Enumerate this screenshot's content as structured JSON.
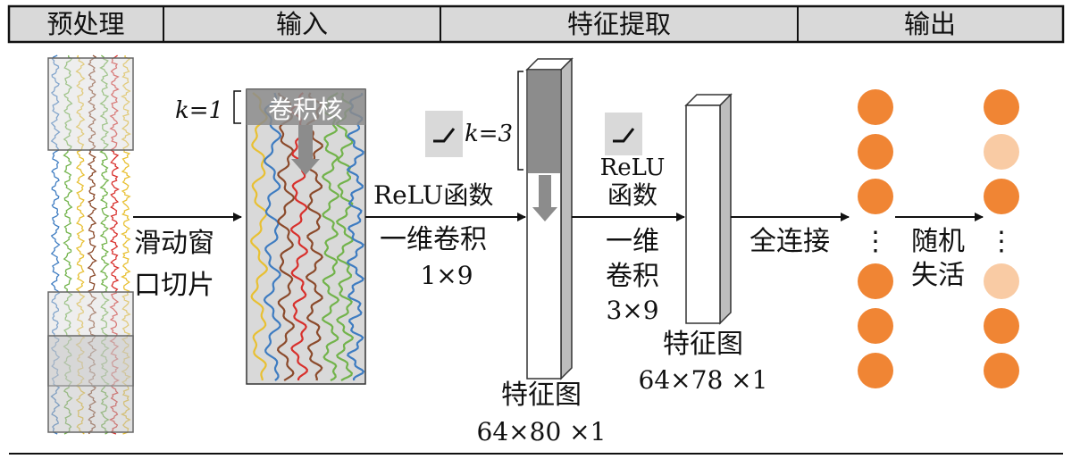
{
  "header": {
    "sections": [
      "预处理",
      "输入",
      "特征提取",
      "输出"
    ]
  },
  "labels": {
    "k1": "k=1",
    "kernel": "卷积核",
    "k3": "k=3",
    "sliding_line1": "滑动窗",
    "sliding_line2": "口切片",
    "relu1": "ReLU函数",
    "conv1": "一维卷积",
    "conv1_size": "1×9",
    "relu2_line1": "ReLU",
    "relu2_line2": "函数",
    "conv2_line1": "一维",
    "conv2_line2": "卷积",
    "conv2_size": "3×9",
    "fmap1_title": "特征图",
    "fmap1_size": "64×80 ×1",
    "fmap2_title": "特征图",
    "fmap2_size": "64×78 ×1",
    "fc": "全连接",
    "dropout_line1": "随机",
    "dropout_line2": "失活",
    "ellipsis": "⋮"
  },
  "colors": {
    "active_node": "#F08534",
    "dropped_node": "#F9CBA4",
    "signal_blue": "#3E7CC1",
    "signal_green": "#72B34B",
    "signal_brown": "#8B4A2B",
    "signal_red": "#D8302C",
    "signal_yellow": "#E8C032",
    "panel_gray": "#D9D9D9",
    "kernel_gray": "#8C8C8C"
  },
  "output_nodes": {
    "left": [
      "active",
      "active",
      "active",
      "active",
      "active",
      "active"
    ],
    "right": [
      "active",
      "dropped",
      "active",
      "dropped",
      "active",
      "active"
    ]
  }
}
